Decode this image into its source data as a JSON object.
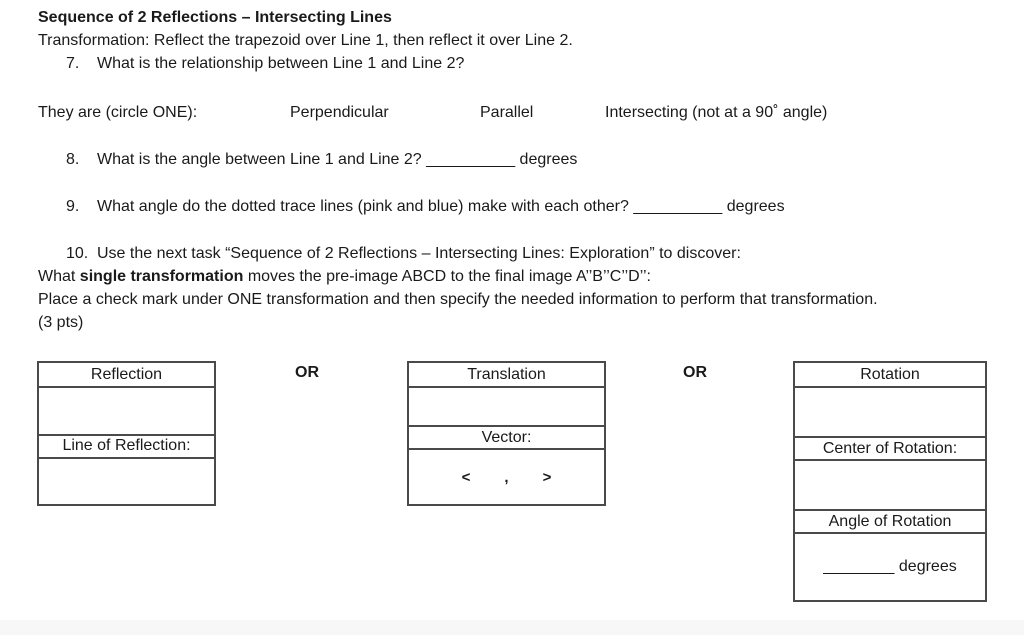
{
  "page": {
    "title": "Sequence of 2 Reflections – Intersecting Lines",
    "subtitle": "Transformation: Reflect the trapezoid over Line 1, then reflect it over Line 2."
  },
  "questions": {
    "q7": {
      "number": "7.",
      "text": "What is the relationship between Line 1 and Line 2?"
    },
    "circle": {
      "prompt": "They are (circle ONE):",
      "options": [
        {
          "label": "Perpendicular"
        },
        {
          "label": "Parallel"
        },
        {
          "label": "Intersecting (not at a 90˚ angle)"
        }
      ]
    },
    "q8": {
      "number": "8.",
      "text": "What is the angle between Line 1 and Line 2? __________ degrees"
    },
    "q9": {
      "number": "9.",
      "text": "What angle do the dotted trace lines (pink and blue) make with each other? __________ degrees"
    },
    "q10": {
      "number": "10.",
      "text": "Use the next task “Sequence of 2 Reflections – Intersecting Lines: Exploration” to discover:"
    },
    "what_line": {
      "pre": "What ",
      "bold": "single transformation",
      "post": " moves the pre-image ABCD to the final image A’’B’’C’’D’’:"
    },
    "place_line": "Place a check mark under ONE transformation and then specify the needed information to perform that transformation.",
    "points_line": "(3 pts)"
  },
  "or_labels": {
    "first": "OR",
    "second": "OR"
  },
  "tables": {
    "reflection": {
      "header": "Reflection",
      "field_label": "Line of Reflection:"
    },
    "translation": {
      "header": "Translation",
      "field_label": "Vector:",
      "vector": {
        "open": "<",
        "comma": ",",
        "close": ">"
      }
    },
    "rotation": {
      "header": "Rotation",
      "field_label_1": "Center of Rotation:",
      "field_label_2": "Angle of Rotation",
      "degrees_line": "________ degrees"
    }
  },
  "colors": {
    "text": "#1a1a1a",
    "border": "#4a4a4a",
    "background": "#ffffff",
    "footer_strip": "#f7f7f7"
  }
}
